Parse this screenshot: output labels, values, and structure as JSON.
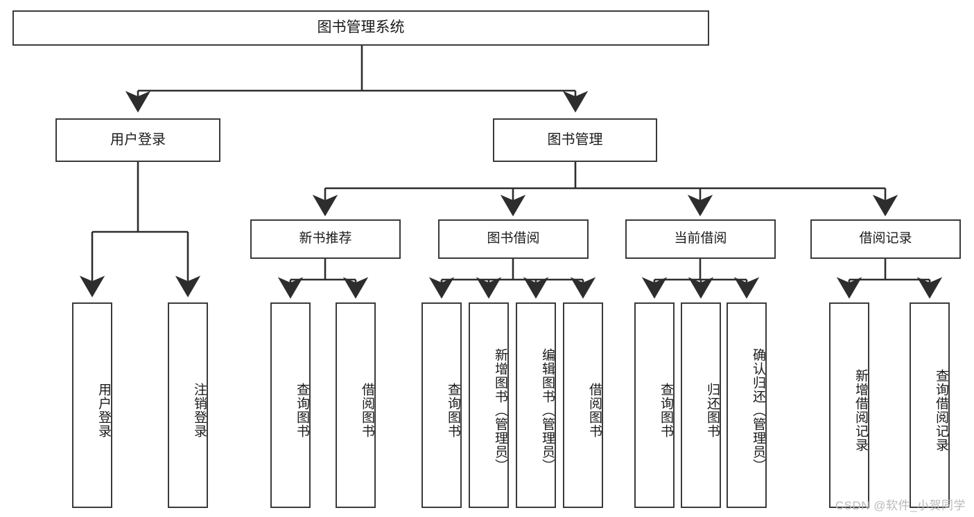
{
  "diagram": {
    "type": "tree-hierarchy",
    "title": "图书管理系统",
    "watermark": "CSDN @软件_小贺同学",
    "colors": {
      "box_border": "#3a3a3a",
      "box_fill": "#ffffff",
      "connector": "#2d2d2d",
      "text": "#1a1a1a",
      "watermark": "#b9b9b9",
      "background": "#ffffff"
    },
    "root": {
      "label": "图书管理系统"
    },
    "level2": [
      {
        "id": "user-login",
        "label": "用户登录"
      },
      {
        "id": "book-manage",
        "label": "图书管理"
      }
    ],
    "level3": [
      {
        "id": "new-book-recommend",
        "label": "新书推荐",
        "parent": "book-manage"
      },
      {
        "id": "book-borrow",
        "label": "图书借阅",
        "parent": "book-manage"
      },
      {
        "id": "current-borrow",
        "label": "当前借阅",
        "parent": "book-manage"
      },
      {
        "id": "borrow-record",
        "label": "借阅记录",
        "parent": "book-manage"
      }
    ],
    "leaves": {
      "user-login": [
        {
          "id": "leaf-user-login",
          "label": "用户登录"
        },
        {
          "id": "leaf-logout",
          "label": "注销登录"
        }
      ],
      "new-book-recommend": [
        {
          "id": "leaf-query-book-1",
          "label": "查询图书"
        },
        {
          "id": "leaf-borrow-book-1",
          "label": "借阅图书"
        }
      ],
      "book-borrow": [
        {
          "id": "leaf-query-book-2",
          "label": "查询图书"
        },
        {
          "id": "leaf-add-book",
          "label": "新增图书（管理员）"
        },
        {
          "id": "leaf-edit-book",
          "label": "编辑图书（管理员）"
        },
        {
          "id": "leaf-borrow-book-2",
          "label": "借阅图书"
        }
      ],
      "current-borrow": [
        {
          "id": "leaf-query-book-3",
          "label": "查询图书"
        },
        {
          "id": "leaf-return-book",
          "label": "归还图书"
        },
        {
          "id": "leaf-confirm-return",
          "label": "确认归还（管理员）"
        }
      ],
      "borrow-record": [
        {
          "id": "leaf-add-record",
          "label": "新增借阅记录"
        },
        {
          "id": "leaf-query-record",
          "label": "查询借阅记录"
        }
      ]
    }
  }
}
